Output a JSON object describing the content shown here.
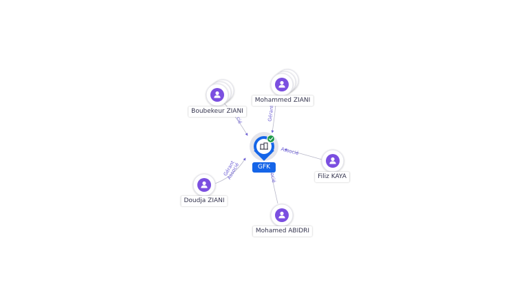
{
  "colors": {
    "person_fill": "#7b4fe0",
    "company_ring": "#1565e8",
    "check_badge": "#1f9a4b",
    "edge": "#b7b7c8",
    "edge_label": "#6f61d6"
  },
  "company": {
    "name": "GFK",
    "icon": "building-icon",
    "status_icon": "check-icon"
  },
  "persons": [
    {
      "id": "boubekeur",
      "name": "Boubekeur ZIANI",
      "icon": "person-icon",
      "stacked": true
    },
    {
      "id": "mohammed",
      "name": "Mohammed ZIANI",
      "icon": "person-icon",
      "stacked": true
    },
    {
      "id": "filiz",
      "name": "Filiz KAYA",
      "icon": "person-icon",
      "stacked": false
    },
    {
      "id": "doudja",
      "name": "Doudja ZIANI",
      "icon": "person-icon",
      "stacked": false
    },
    {
      "id": "abidri",
      "name": "Mohamed ABIDRI",
      "icon": "person-icon",
      "stacked": false
    }
  ],
  "edges": [
    {
      "from": "boubekeur",
      "labels": [
        "Associé"
      ]
    },
    {
      "from": "mohammed",
      "labels": [
        "Gérant"
      ]
    },
    {
      "from": "filiz",
      "labels": [
        "Associé"
      ]
    },
    {
      "from": "doudja",
      "labels": [
        "Gérant",
        "Associé"
      ]
    },
    {
      "from": "abidri",
      "labels": [
        "Associé"
      ]
    }
  ]
}
